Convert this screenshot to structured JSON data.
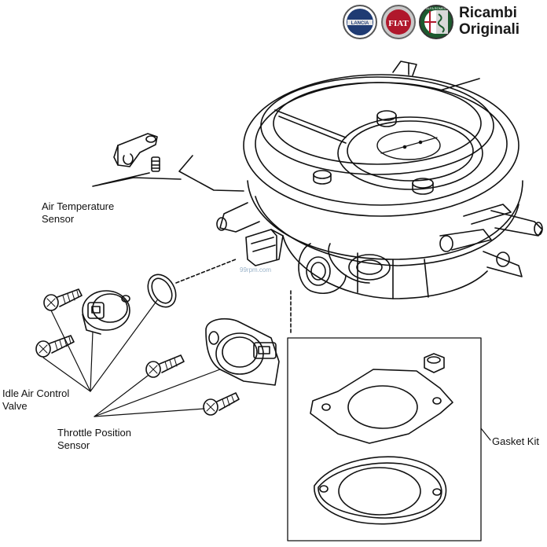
{
  "brand": {
    "logos": [
      {
        "icon": "lancia-logo-icon",
        "text": "LANCIA",
        "color": "#1f3b73"
      },
      {
        "icon": "fiat-logo-icon",
        "text": "FIAT",
        "color": "#b0172b"
      },
      {
        "icon": "alfa-romeo-logo-icon",
        "text": "ALFA ROMEO",
        "color": "#1c5a2e"
      }
    ],
    "line1": "Ricambi",
    "line2": "Originali"
  },
  "watermark": "99rpm.com",
  "labels": {
    "air_temperature_sensor": [
      "Air Temperature",
      "Sensor"
    ],
    "idle_air_control_valve": [
      "Idle Air Control",
      "Valve"
    ],
    "throttle_position_sensor": [
      "Throttle Position",
      "Sensor"
    ],
    "gasket_kit": "Gasket Kit"
  }
}
